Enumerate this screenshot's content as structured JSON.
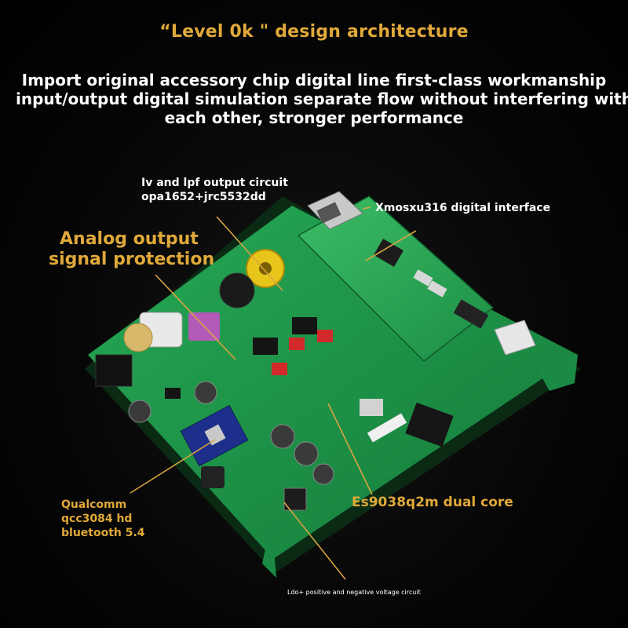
{
  "header": {
    "title": "“Level 0k \" design architecture",
    "subtitle_lines": [
      "Import original accessory chip digital line first-class workmanship",
      "input/output digital simulation separate flow without interfering with",
      "each other, stronger performance"
    ]
  },
  "callouts": {
    "iv_lpf": {
      "line1": "Iv and lpf output circuit",
      "line2": "opa1652+jrc5532dd"
    },
    "xmos": "Xmosxu316 digital interface",
    "analog": {
      "line1": "Analog output",
      "line2": "signal protection"
    },
    "qualcomm": {
      "line1": "Qualcomm",
      "line2": "qcc3084 hd",
      "line3": "bluetooth 5.4"
    },
    "es9038": "Es9038q2m dual core",
    "ldo": "Ldo+ positive and negative voltage circuit"
  },
  "colors": {
    "title_gold": "#e0a93a",
    "pcb_green": "#1f9a4a",
    "leader_gold": "#d9a441",
    "text_white": "#ffffff"
  }
}
